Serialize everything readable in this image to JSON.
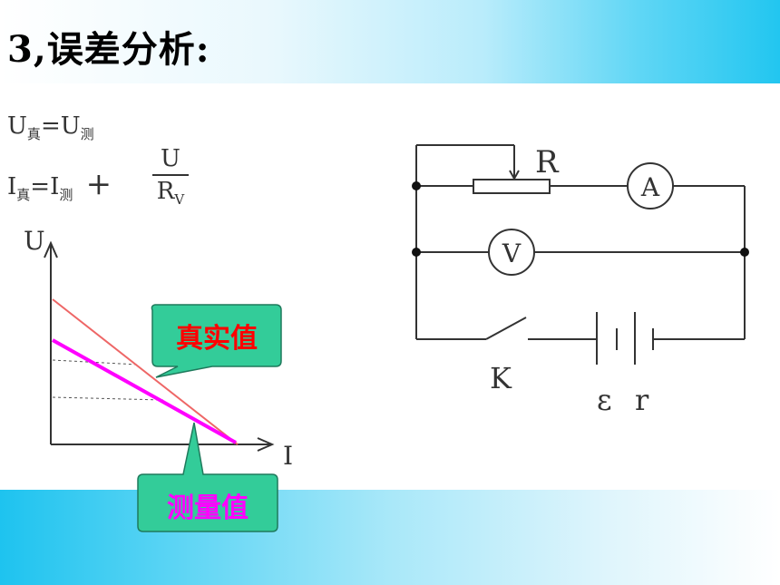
{
  "title": "3,误差分析:",
  "formula1": {
    "lhs": "U",
    "lhs_sub": "真",
    "eq": "=",
    "rhs": "U",
    "rhs_sub": "测"
  },
  "formula2": {
    "lhs": "I",
    "lhs_sub": "真",
    "eq": "=",
    "rhs": "I",
    "rhs_sub": "测",
    "plus": "+",
    "num": "U",
    "den": "R",
    "den_sub": "V"
  },
  "graph": {
    "y_axis_label": "U",
    "x_axis_label": "I",
    "true_line_color": "#ee6666",
    "measured_line_color": "#ff00ff"
  },
  "callouts": {
    "true_value": {
      "text": "真实值",
      "text_color": "#ff0000",
      "fill": "#33cc99"
    },
    "measured_value": {
      "text": "测量值",
      "text_color": "#ff00ff",
      "fill": "#33cc99"
    }
  },
  "circuit": {
    "rheostat_label": "R",
    "ammeter_label": "A",
    "voltmeter_label": "V",
    "switch_label": "K",
    "emf_label": "ε",
    "resistance_label": "r"
  }
}
